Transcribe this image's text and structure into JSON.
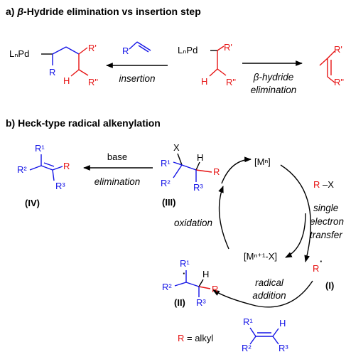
{
  "section_a": {
    "prefix": "a) ",
    "beta": "β",
    "title_rest": "-Hydride elimination vs insertion step"
  },
  "section_b": {
    "title": "b) Heck-type radical alkenylation"
  },
  "atoms": {
    "LnPd": "LₙPd",
    "R": "R",
    "R_prime": "R'",
    "R_dprime": "R\"",
    "H": "H",
    "X": "X",
    "R1": "R¹",
    "R2": "R²",
    "R3": "R³",
    "RX": "R–X",
    "radical_dot": "·"
  },
  "steps": {
    "insertion": "insertion",
    "beta_hydride_line1": "β-hydride",
    "beta_hydride_line2": "elimination",
    "base": "base",
    "elimination": "elimination",
    "oxidation": "oxidation",
    "set_line1": "single",
    "set_line2": "electron",
    "set_line3": "transfer",
    "radical_line1": "radical",
    "radical_line2": "addition"
  },
  "catalyst": {
    "mn": "[Mⁿ]",
    "mn1x": "[Mⁿ⁺¹-X]"
  },
  "roman": {
    "I": "(I)",
    "II": "(II)",
    "III": "(III)",
    "IV": "(IV)"
  },
  "legend": {
    "r_symbol": "R",
    "r_def": " = alkyl"
  },
  "colors": {
    "blue": "#1414e6",
    "red": "#e61414",
    "black": "#000000"
  }
}
